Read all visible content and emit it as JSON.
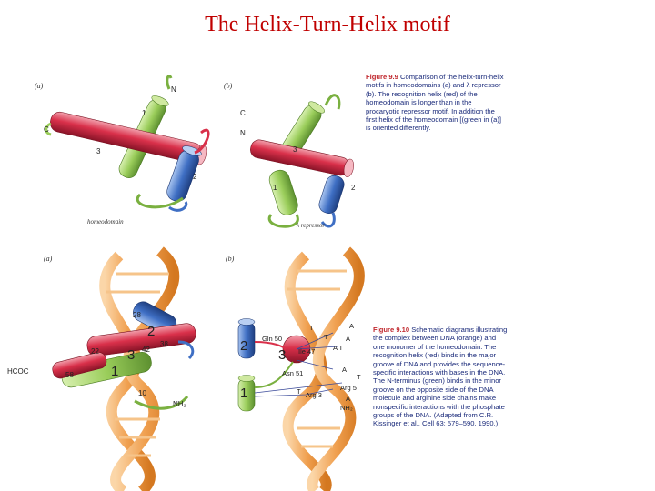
{
  "slide": {
    "title": "The Helix-Turn-Helix motif"
  },
  "top": {
    "panel_a_label": "(a)",
    "panel_b_label": "(b)",
    "a_labels": {
      "n": "N",
      "c": "C",
      "h1": "1",
      "h2": "2",
      "h3": "3"
    },
    "b_labels": {
      "c": "C",
      "n": "N",
      "h1": "1",
      "h2": "2",
      "h3": "3"
    },
    "a_caption": "homeodomain",
    "b_caption": "λ repressor",
    "figure_label": "Figure 9.9",
    "figure_lines": [
      "Comparison of the helix-turn-helix",
      "motifs in homeodomains (a) and λ repressor",
      "(b). The recognition helix (red) of the",
      "homeodomain is longer than in the",
      "procaryotic repressor motif. In addition the",
      "first helix of the homeodomain [(green in (a)]",
      "is oriented differently."
    ]
  },
  "bottom": {
    "panel_a_label": "(a)",
    "panel_b_label": "(b)",
    "a_labels": {
      "n28": "28",
      "h2": "2",
      "n22": "22",
      "h3": "3",
      "n42": "42",
      "n38": "38",
      "hooc": "HCOC",
      "n58": "58",
      "h1": "1",
      "n10": "10",
      "nh2": "NH₂"
    },
    "b_labels": {
      "h2": "2",
      "h3": "3",
      "h1": "1",
      "gln50": "Gln 50",
      "ile47": "Ile 47",
      "asn51": "Asn 51",
      "arg3": "Arg 3",
      "arg5": "Arg 5",
      "nh2": "NH₂",
      "t1": "T",
      "a1": "A",
      "t2": "T",
      "a2": "A",
      "at": "A T",
      "t3": "T",
      "a3": "A",
      "t4": "T",
      "a4": "A"
    },
    "figure_label": "Figure 9.10",
    "figure_lines": [
      "Schematic diagrams illustrating",
      "the complex between DNA (orange) and",
      "one monomer of the homeodomain. The",
      "recognition helix (red) binds in the major",
      "groove of DNA and provides the sequence-",
      "specific interactions with bases in the DNA.",
      "The N-terminus (green) binds in the minor",
      "groove on the opposite side of the DNA",
      "molecule and arginine side chains make",
      "nonspecific interactions with the phosphate",
      "groups of the DNA. (Adapted from C.R.",
      "Kissinger et al., Cell 63: 579–590, 1990.)"
    ]
  },
  "colors": {
    "title": "#c00000",
    "recognition_helix": "#d9304a",
    "helix1": "#9acd5a",
    "helix2": "#3f6fc4",
    "dna": "#f0a050",
    "caption_text": "#1a2a7a",
    "figure_label": "#c0272d"
  }
}
